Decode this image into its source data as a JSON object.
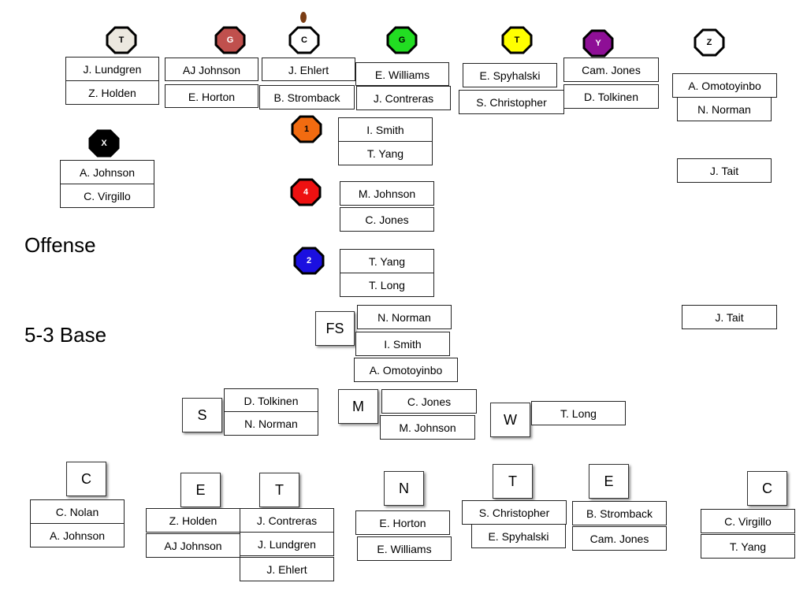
{
  "titles": {
    "offense": "Offense",
    "defense": "5-3 Base"
  },
  "offense": {
    "T_left": {
      "label": "T",
      "color": "#ece8df",
      "players": [
        "J. Lundgren",
        "Z. Holden"
      ]
    },
    "G_left": {
      "label": "G",
      "color": "#c0504d",
      "players": [
        "AJ Johnson",
        "E. Horton"
      ]
    },
    "C": {
      "label": "C",
      "color": "#ffffff",
      "players": [
        "J. Ehlert",
        "B. Stromback"
      ]
    },
    "G_right": {
      "label": "G",
      "color": "#22dd22",
      "players": [
        "E. Williams",
        "J. Contreras"
      ]
    },
    "T_right": {
      "label": "T",
      "color": "#ffff00",
      "players": [
        "E. Spyhalski",
        "S. Christopher"
      ]
    },
    "Y": {
      "label": "Y",
      "color": "#8e0f96",
      "players": [
        "Cam. Jones",
        "D. Tolkinen"
      ]
    },
    "Z": {
      "label": "Z",
      "color": "#ffffff",
      "players": [
        "A. Omotoyinbo",
        "N. Norman"
      ]
    },
    "X": {
      "label": "X",
      "color": "#000000",
      "players": [
        "A. Johnson",
        "C. Virgillo"
      ]
    },
    "QB": {
      "label": "1",
      "color": "#f26b10",
      "players": [
        "I. Smith",
        "T. Yang"
      ]
    },
    "B4": {
      "label": "4",
      "color": "#ee1111",
      "players": [
        "M. Johnson",
        "C. Jones"
      ]
    },
    "B2": {
      "label": "2",
      "color": "#1b10e0",
      "players": [
        "T. Yang",
        "T. Long"
      ]
    },
    "Z_extra": "J. Tait"
  },
  "defense": {
    "FS": {
      "label": "FS",
      "players": [
        "N. Norman",
        "I. Smith",
        "A. Omotoyinbo"
      ]
    },
    "FS_right": "J. Tait",
    "S": {
      "label": "S",
      "players": [
        "D. Tolkinen",
        "N. Norman"
      ]
    },
    "M": {
      "label": "M",
      "players": [
        "C. Jones",
        "M. Johnson"
      ]
    },
    "W": {
      "label": "W",
      "players": [
        "T. Long"
      ]
    },
    "C_left": {
      "label": "C",
      "players": [
        "C. Nolan",
        "A. Johnson"
      ]
    },
    "E_left": {
      "label": "E",
      "players": [
        "Z. Holden",
        "AJ Johnson"
      ]
    },
    "T_left": {
      "label": "T",
      "players": [
        "J. Contreras",
        "J. Lundgren",
        "J. Ehlert"
      ]
    },
    "N": {
      "label": "N",
      "players": [
        "E. Horton",
        "E. Williams"
      ]
    },
    "T_right": {
      "label": "T",
      "players": [
        "S. Christopher",
        "E. Spyhalski"
      ]
    },
    "E_right": {
      "label": "E",
      "players": [
        "B. Stromback",
        "Cam. Jones"
      ]
    },
    "C_right": {
      "label": "C",
      "players": [
        "C. Virgillo",
        "T. Yang"
      ]
    }
  },
  "colors": {
    "ball": "#7a3d14",
    "octagon_border": "#000000"
  }
}
